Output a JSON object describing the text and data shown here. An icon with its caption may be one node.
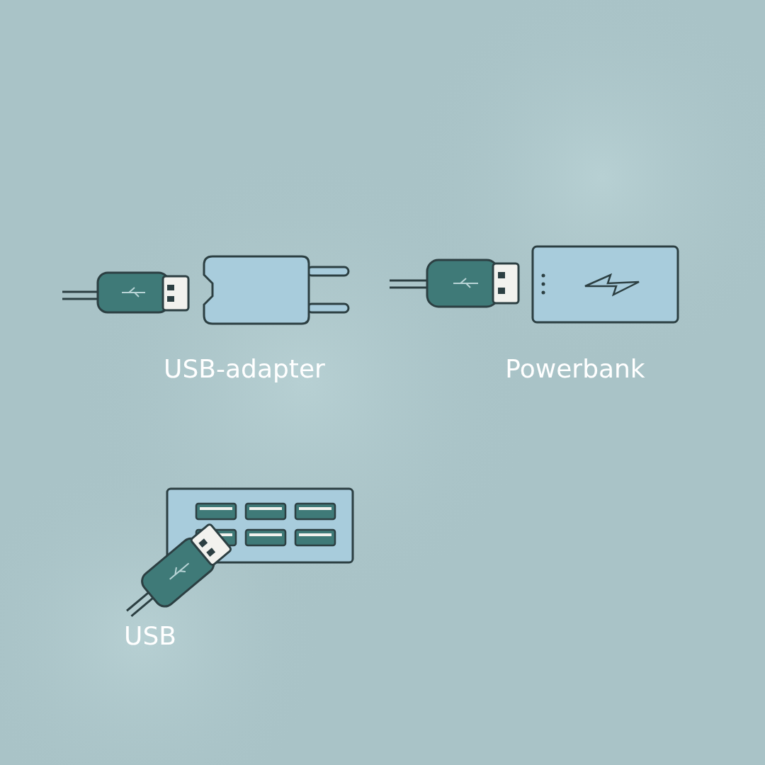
{
  "diagram": {
    "labels": [
      "USB-adapter",
      "Powerbank",
      "USB"
    ]
  }
}
